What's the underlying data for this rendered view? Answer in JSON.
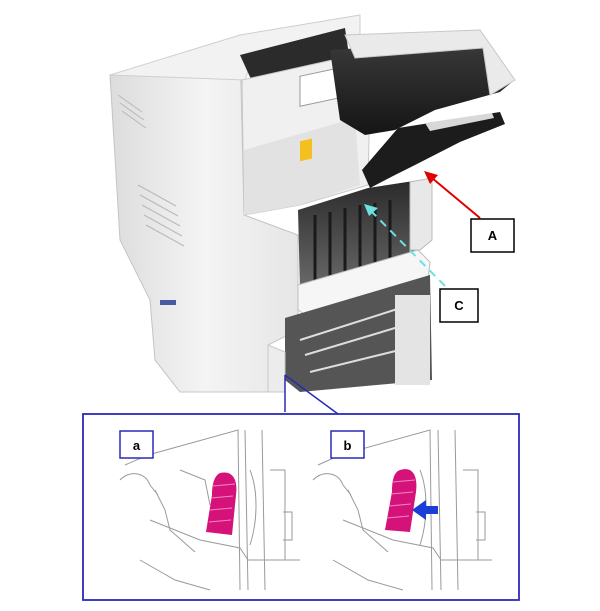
{
  "callouts": {
    "a": "A",
    "c": "C"
  },
  "detail_panels": {
    "left_label": "a",
    "right_label": "b"
  },
  "colors": {
    "arrow_a": "#e00000",
    "arrow_c": "#6ee0e0",
    "detail_frame": "#2a2ab8",
    "lever": "#d4127a",
    "push_arrow": "#1a3fd6"
  },
  "icons": {
    "push_direction": "arrow-left-icon"
  }
}
